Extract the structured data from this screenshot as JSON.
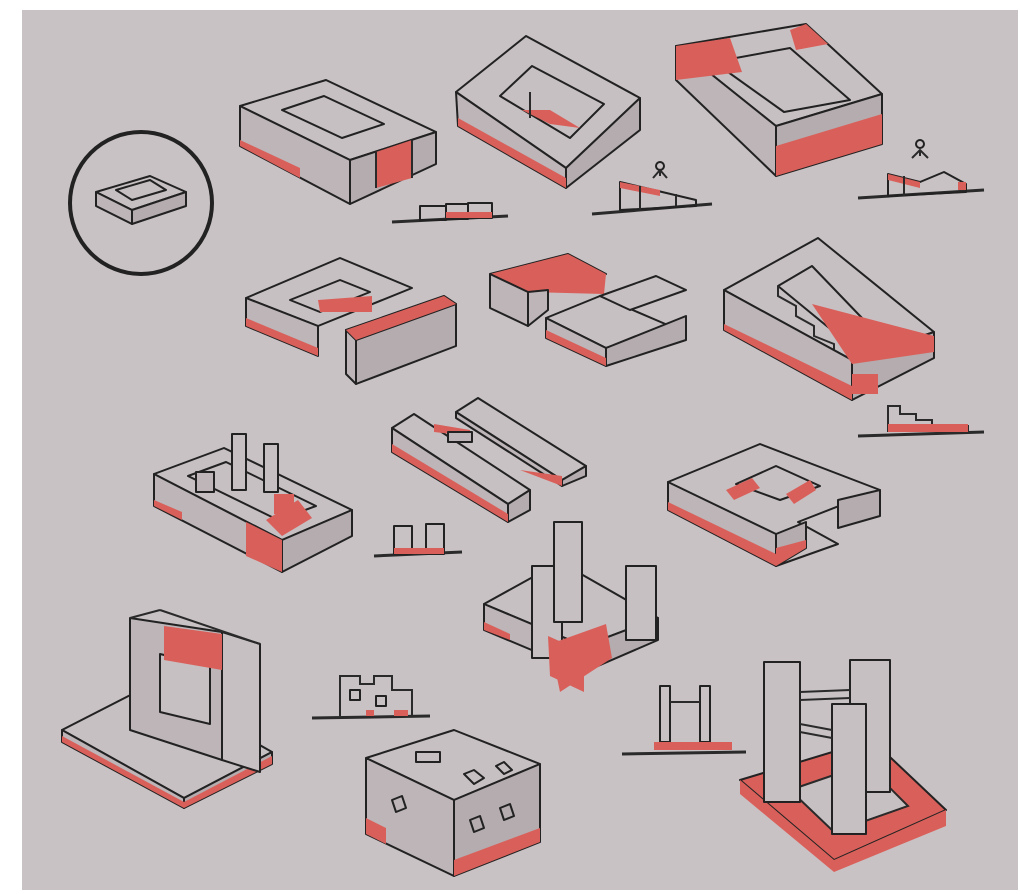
{
  "sheet": {
    "paper_color": "#c9c2c5",
    "ink_color": "#222222",
    "accent_color": "#d9605a"
  },
  "figures": [
    {
      "name": "circled-courtyard-block"
    },
    {
      "name": "ring-block-red-corner"
    },
    {
      "name": "sunken-court-block"
    },
    {
      "name": "tilted-ramp-block"
    },
    {
      "name": "u-shape-with-bar"
    },
    {
      "name": "interlocking-l-blocks"
    },
    {
      "name": "stepped-wedge-block"
    },
    {
      "name": "courtyard-with-towers"
    },
    {
      "name": "parallel-bars"
    },
    {
      "name": "s-curve-block"
    },
    {
      "name": "towers-on-l-base"
    },
    {
      "name": "portal-frame-on-plinth"
    },
    {
      "name": "perforated-cube"
    },
    {
      "name": "towers-on-red-frame"
    }
  ],
  "sections": [
    {
      "name": "ground-section-1"
    },
    {
      "name": "ground-section-2-with-figure"
    },
    {
      "name": "ground-section-3-with-figure"
    },
    {
      "name": "stepped-section"
    },
    {
      "name": "twin-tower-section"
    },
    {
      "name": "patterned-section"
    },
    {
      "name": "portal-section"
    }
  ]
}
